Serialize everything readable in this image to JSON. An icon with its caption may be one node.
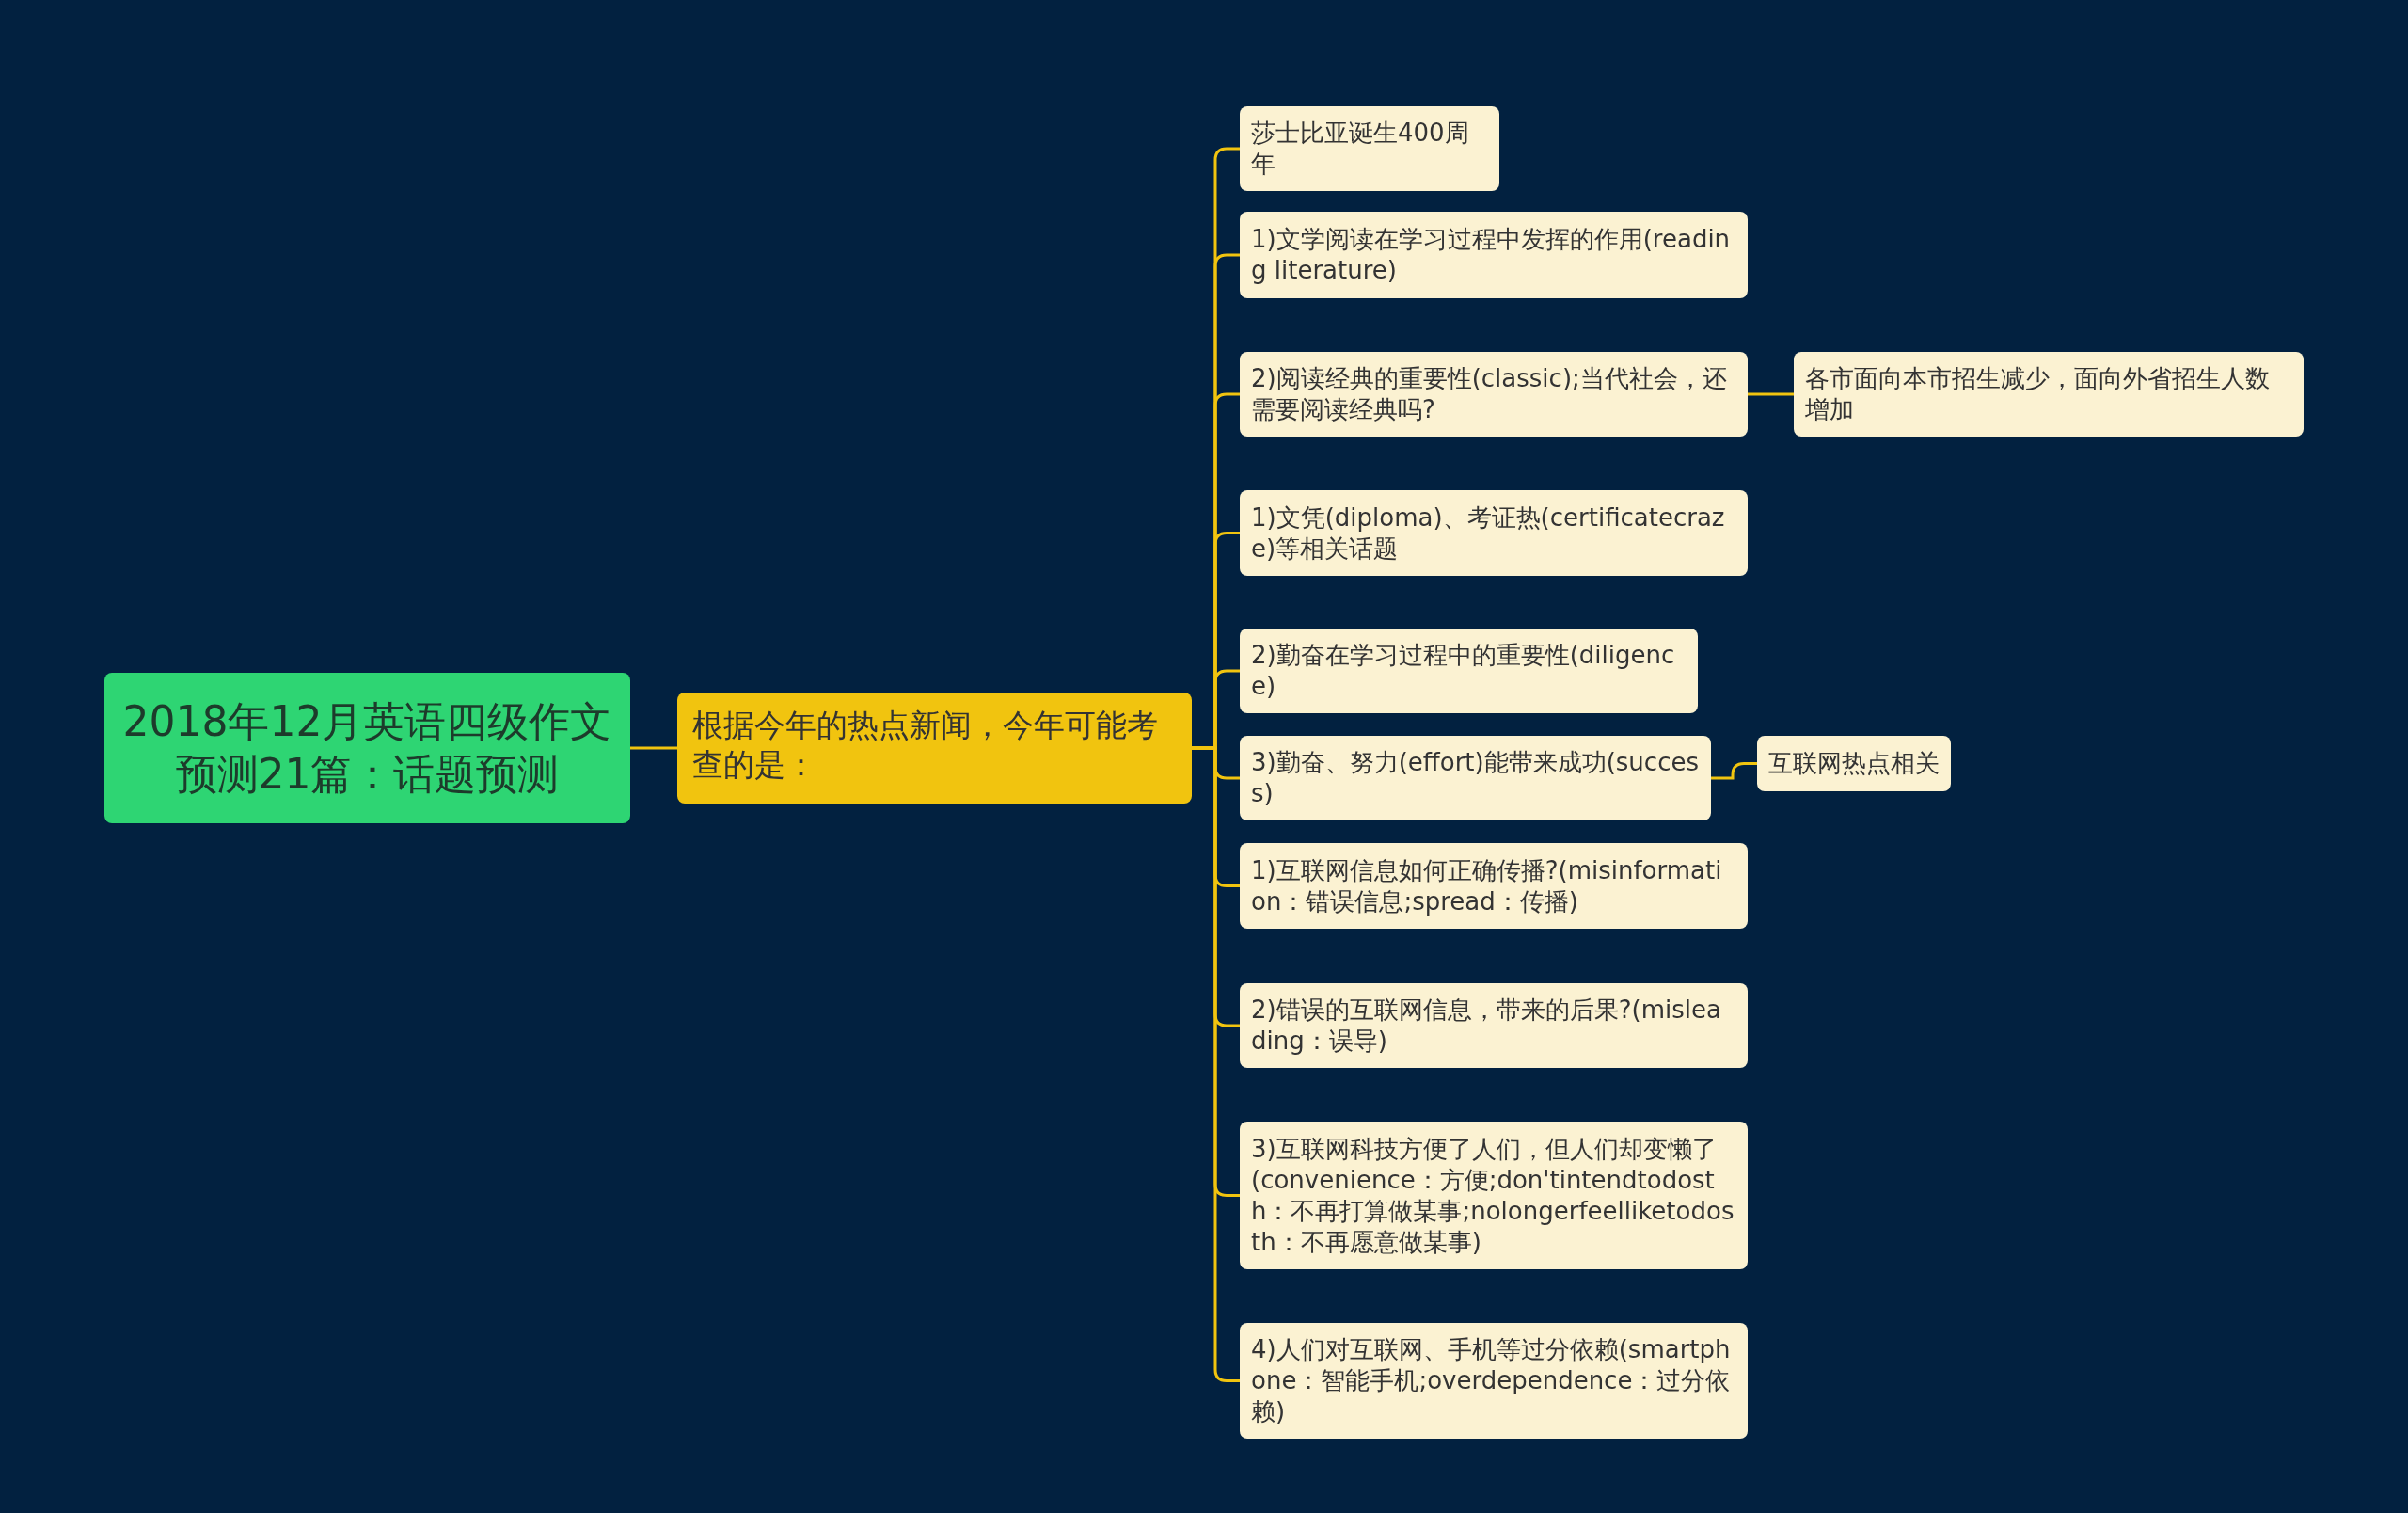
{
  "diagram": {
    "nodes": [
      {
        "text": [
          "2018年12月英语四级作文预测21篇：话题预测"
        ]
      },
      {
        "text": [
          "根据今年的热点新闻，今年可能考查的是："
        ]
      },
      {
        "text": [
          "莎士比亚诞生400周年"
        ]
      },
      {
        "text": [
          "1)文学阅读在学习过程中发挥的作用(reading literature)"
        ]
      },
      {
        "text": [
          "2)阅读经典的重要性(classic);当代社会，还需要阅读经典吗?"
        ]
      },
      {
        "text": [
          "各市面向本市招生减少，面向外省招生人数增加"
        ]
      },
      {
        "text": [
          "1)文凭(diploma)、考证热(certificatecraze)等相关话题"
        ]
      },
      {
        "text": [
          "2)勤奋在学习过程中的重要性(diligence)"
        ]
      },
      {
        "text": [
          "3)勤奋、努力(effort)能带来成功(success)"
        ]
      },
      {
        "text": [
          "互联网热点相关"
        ]
      },
      {
        "text": [
          "1)互联网信息如何正确传播?(misinformation：错误信息;spread：传播)"
        ]
      },
      {
        "text": [
          "2)错误的互联网信息，带来的后果?(misleading：误导)"
        ]
      },
      {
        "text": [
          "3)互联网科技方便了人们，但人们却变懒了(convenience：方便;don'tintendtodosth：不再打算做某事;nolongerfeelliketodosth：不再愿意做某事)"
        ]
      },
      {
        "text": [
          "4)人们对互联网、手机等过分依赖(smartphone：智能手机;overdependence：过分依赖)"
        ]
      }
    ],
    "edges": [
      {
        "from": 0,
        "to": 1,
        "arrow": "none"
      },
      {
        "from": 1,
        "to": 2,
        "arrow": "none"
      },
      {
        "from": 1,
        "to": 3,
        "arrow": "none"
      },
      {
        "from": 1,
        "to": 4,
        "arrow": "none"
      },
      {
        "from": 4,
        "to": 5,
        "arrow": "none"
      },
      {
        "from": 1,
        "to": 6,
        "arrow": "none"
      },
      {
        "from": 1,
        "to": 7,
        "arrow": "none"
      },
      {
        "from": 1,
        "to": 8,
        "arrow": "none"
      },
      {
        "from": 8,
        "to": 9,
        "arrow": "none"
      },
      {
        "from": 1,
        "to": 10,
        "arrow": "none"
      },
      {
        "from": 1,
        "to": 11,
        "arrow": "none"
      },
      {
        "from": 1,
        "to": 12,
        "arrow": "none"
      },
      {
        "from": 1,
        "to": 13,
        "arrow": "none"
      }
    ]
  }
}
